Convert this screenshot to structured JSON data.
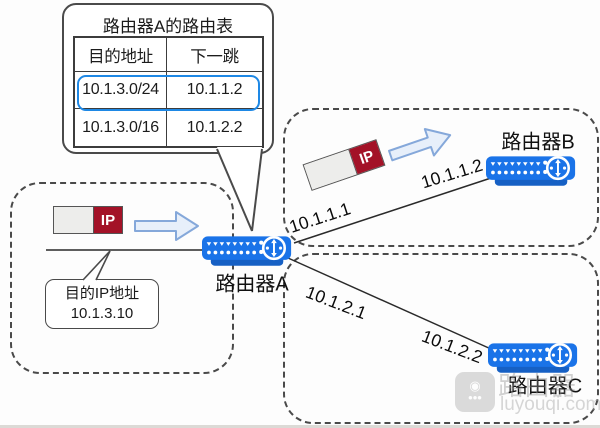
{
  "routing_table": {
    "title": "路由器A的路由表",
    "col_dest": "目的地址",
    "col_next": "下一跳",
    "rows": [
      {
        "dest": "10.1.3.0/24",
        "next": "10.1.1.2"
      },
      {
        "dest": "10.1.3.0/16",
        "next": "10.1.2.2"
      }
    ],
    "highlighted_row_index": 0
  },
  "routers": {
    "a": "路由器A",
    "b": "路由器B",
    "c": "路由器C"
  },
  "links": {
    "ab_near": "10.1.1.1",
    "ab_far": "10.1.1.2",
    "ac_near": "10.1.2.1",
    "ac_far": "10.1.2.2"
  },
  "packet": {
    "label": "IP"
  },
  "dest_callout": {
    "title": "目的IP地址",
    "ip": "10.1.3.10"
  },
  "watermark": {
    "brand": "路由器",
    "domain": "luyouqi.com"
  },
  "colors": {
    "router_blue": "#1a73e8",
    "router_base": "#1660c4",
    "packet_red": "#a31227",
    "highlight_blue": "#1e88e5",
    "arrow_fill": "#e7effa",
    "arrow_stroke": "#85a8da"
  }
}
